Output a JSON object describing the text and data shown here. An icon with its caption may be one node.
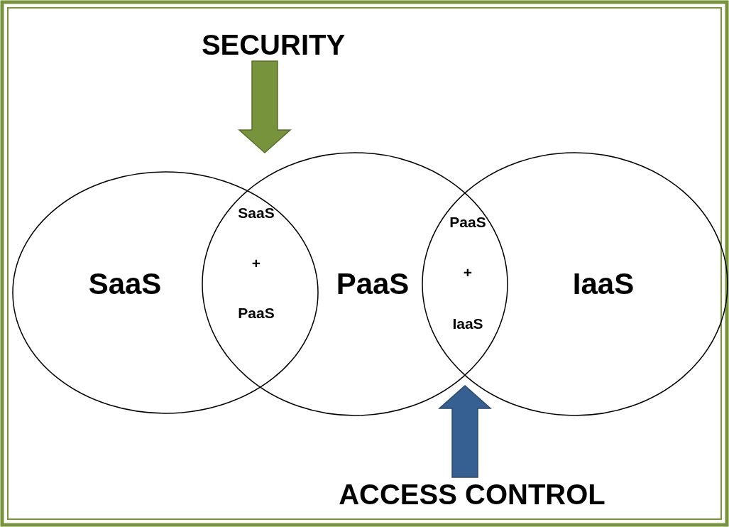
{
  "diagram": {
    "nodes": [
      {
        "text": [
          "SaaS"
        ]
      },
      {
        "text": [
          "PaaS"
        ]
      },
      {
        "text": [
          "IaaS"
        ]
      },
      {
        "text": [
          "SECURITY"
        ]
      },
      {
        "text": [
          "ACCESS CONTROL"
        ]
      }
    ],
    "edges": [
      {
        "from": 3,
        "to": null,
        "arrow": "to",
        "style": "thick",
        "color": "#77933c"
      },
      {
        "from": 4,
        "to": null,
        "arrow": "to",
        "style": "thick",
        "color": "#376092"
      }
    ],
    "labels": [
      "SaaS",
      "+",
      "PaaS",
      "PaaS",
      "+",
      "IaaS"
    ]
  }
}
